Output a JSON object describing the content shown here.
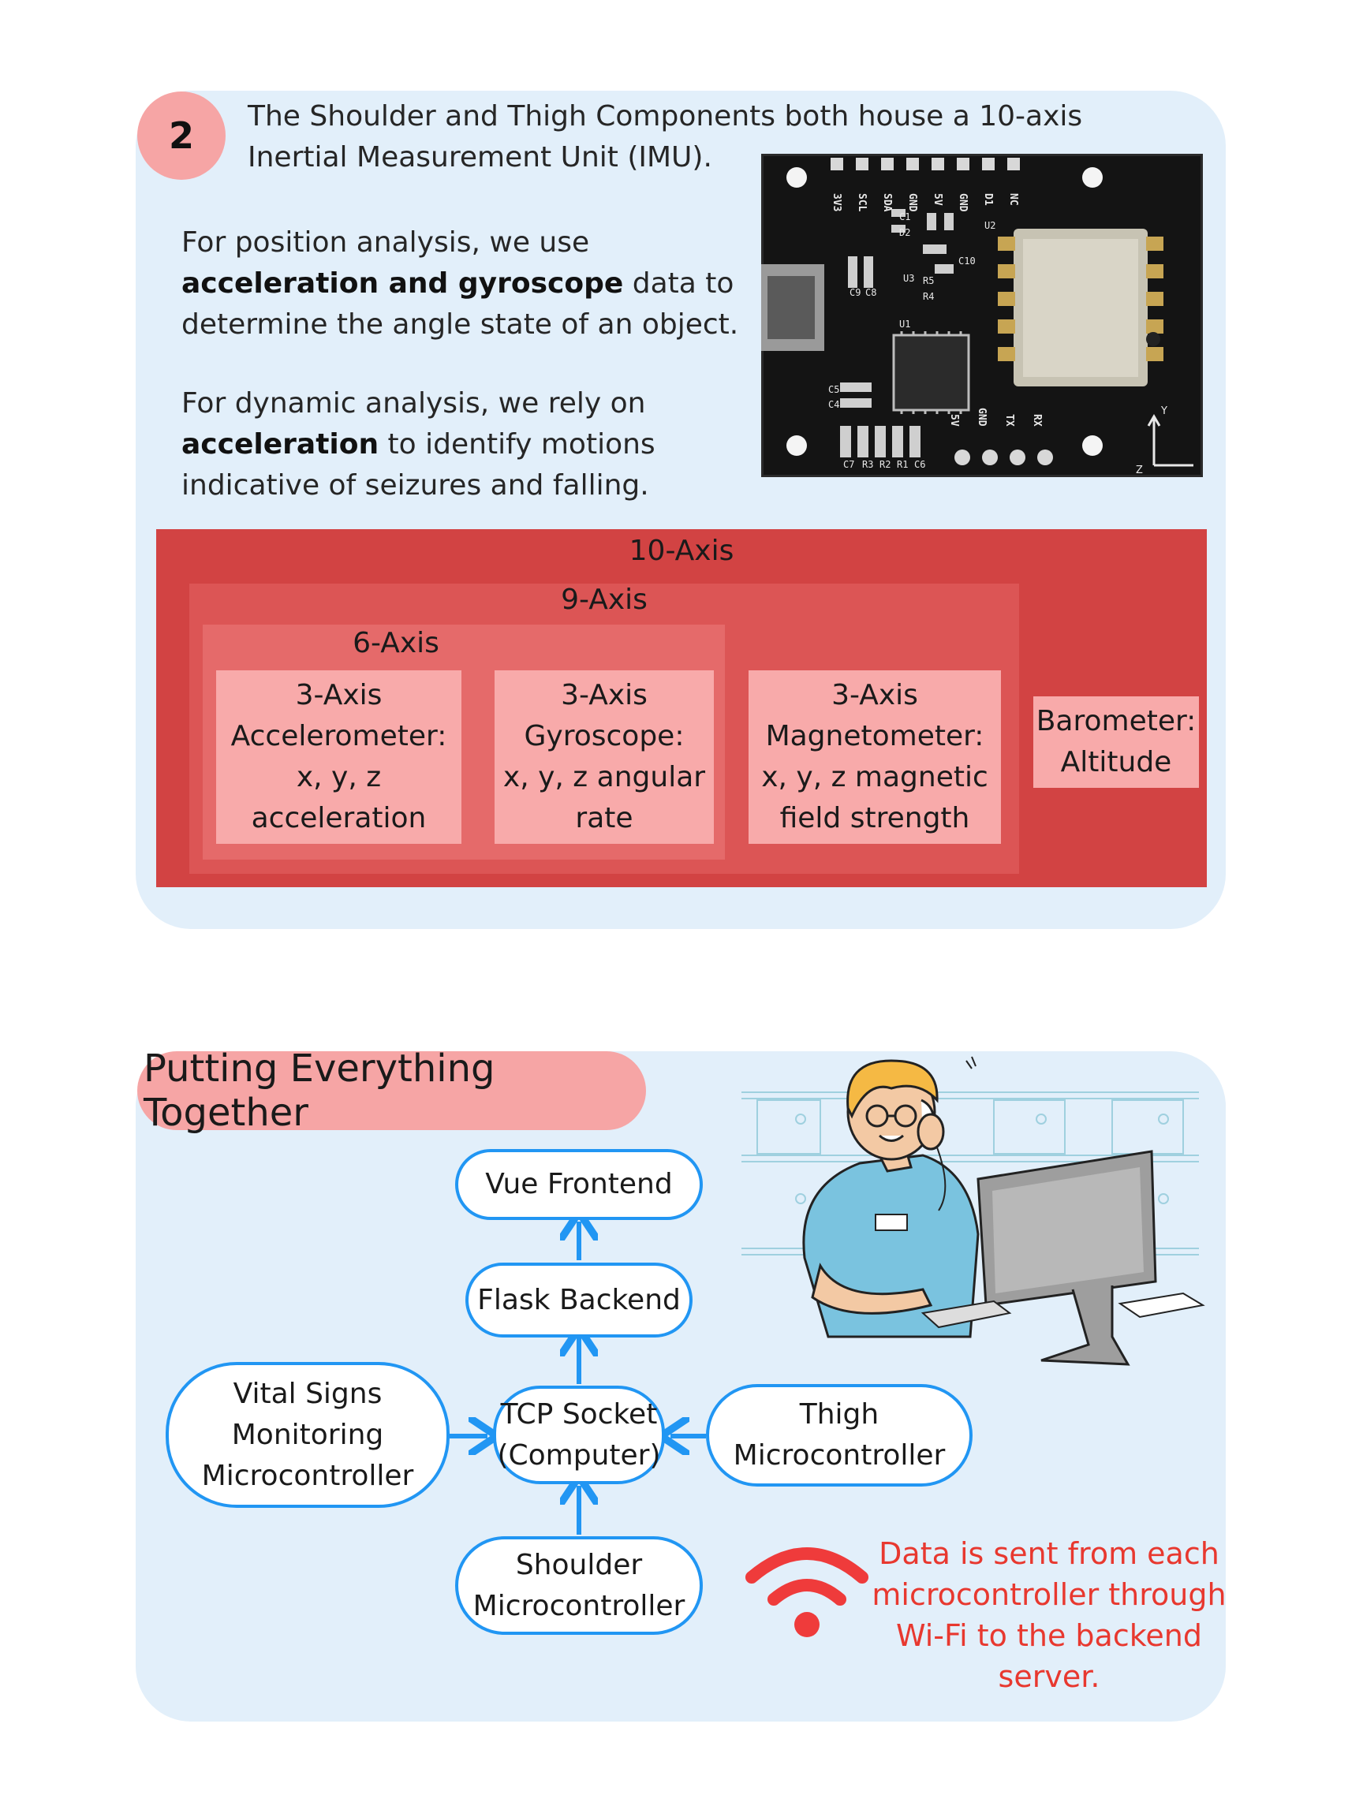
{
  "section1": {
    "step_number": "2",
    "intro_line1": "The Shoulder and Thigh Components both house a 10-axis",
    "intro_line2": "Inertial Measurement Unit (IMU).",
    "position_pre": "For position analysis, we use",
    "position_bold": "acceleration and gyroscope",
    "position_post": " data to",
    "position_line3": "determine the angle state of an object.",
    "dynamic_pre": "For dynamic analysis, we rely on",
    "dynamic_bold": "acceleration",
    "dynamic_post": " to identify motions",
    "dynamic_line3": "indicative of seizures and falling.",
    "board_pin_labels": [
      "3V3",
      "SCL",
      "SDA",
      "GND",
      "5V",
      "GND",
      "D1",
      "NC"
    ],
    "board_bottom_labels": [
      "5V",
      "GND",
      "TX",
      "RX"
    ],
    "board_component_labels": [
      "C1",
      "D2",
      "U2",
      "U3",
      "R5",
      "R4",
      "U1",
      "C5",
      "C4",
      "C9",
      "C8",
      "C10",
      "C7",
      "R3",
      "R2",
      "R1",
      "C6",
      "Y",
      "Z"
    ]
  },
  "imu_diagram": {
    "ten_axis": "10-Axis",
    "nine_axis": "9-Axis",
    "six_axis": "6-Axis",
    "accelerometer": [
      "3-Axis",
      "Accelerometer:",
      "x, y, z",
      "acceleration"
    ],
    "gyroscope": [
      "3-Axis",
      "Gyroscope:",
      "x, y, z angular",
      "rate"
    ],
    "magnetometer": [
      "3-Axis",
      "Magnetometer:",
      "x, y, z magnetic",
      "field strength"
    ],
    "barometer": [
      "Barometer:",
      "Altitude"
    ],
    "colors": {
      "ten": "#d24343",
      "nine": "#dc5555",
      "six": "#e56a6a",
      "leaf": "#f8aaaa"
    }
  },
  "section2": {
    "heading": "Putting Everything Together",
    "nodes": {
      "vue": "Vue Frontend",
      "flask": "Flask Backend",
      "tcp": [
        "TCP Socket",
        "(Computer)"
      ],
      "vital": [
        "Vital Signs",
        "Monitoring",
        "Microcontroller"
      ],
      "thigh": [
        "Thigh",
        "Microcontroller"
      ],
      "shoulder": [
        "Shoulder",
        "Microcontroller"
      ]
    },
    "wifi_note": [
      "Data is sent from each",
      "microcontroller through",
      "Wi-Fi to the backend",
      "server."
    ],
    "colors": {
      "arrow": "#2196f3",
      "wifi": "#ef3b3b",
      "note": "#e8382f"
    }
  }
}
